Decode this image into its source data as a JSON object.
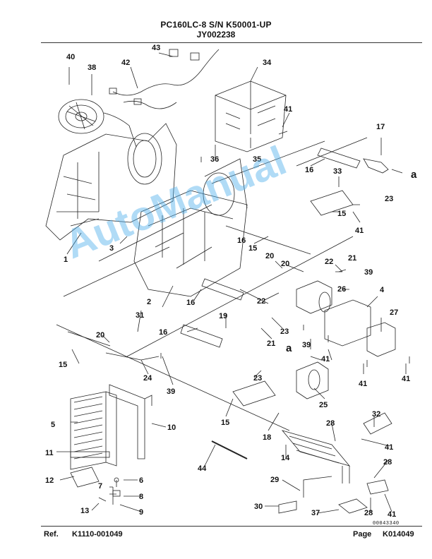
{
  "header": {
    "model_line": "PC160LC-8 S/N K50001-UP",
    "group_code": "JY002238"
  },
  "footer": {
    "ref_label": "Ref.",
    "ref_value": "K1110-001049",
    "page_label": "Page",
    "page_value": "K014049"
  },
  "drawing_code": "00043340",
  "watermark": "AutoManual",
  "callouts": [
    "40",
    "38",
    "42",
    "43",
    "34",
    "41",
    "17",
    "36",
    "35",
    "16",
    "33",
    "23",
    "15",
    "41",
    "1",
    "3",
    "16",
    "15",
    "20",
    "20",
    "22",
    "21",
    "39",
    "2",
    "16",
    "22",
    "26",
    "4",
    "31",
    "19",
    "27",
    "20",
    "16",
    "23",
    "21",
    "39",
    "15",
    "24",
    "39",
    "41",
    "41",
    "41",
    "25",
    "23",
    "15",
    "5",
    "10",
    "32",
    "18",
    "28",
    "41",
    "11",
    "14",
    "44",
    "28",
    "12",
    "6",
    "7",
    "8",
    "29",
    "30",
    "37",
    "28",
    "41",
    "13",
    "9"
  ],
  "link_markers": [
    "a",
    "a"
  ],
  "colors": {
    "line": "#222222",
    "watermark": "#50AFEB"
  }
}
